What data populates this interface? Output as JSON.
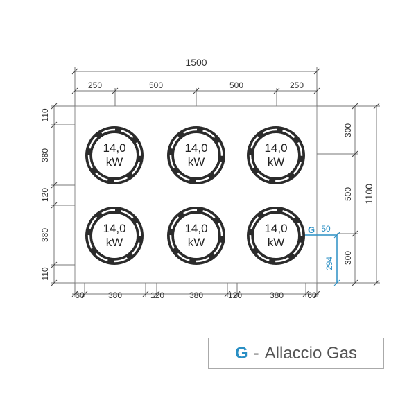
{
  "overall": {
    "width": "1500",
    "depth": "1100"
  },
  "top_dims": [
    "250",
    "500",
    "500",
    "250"
  ],
  "left_dims": [
    "110",
    "380",
    "120",
    "380",
    "110"
  ],
  "bottom_dims": [
    "60",
    "380",
    "120",
    "380",
    "120",
    "380",
    "60"
  ],
  "right_dims": [
    "300",
    "500",
    "300"
  ],
  "burners": [
    {
      "power": "14,0",
      "unit": "kW"
    },
    {
      "power": "14,0",
      "unit": "kW"
    },
    {
      "power": "14,0",
      "unit": "kW"
    },
    {
      "power": "14,0",
      "unit": "kW"
    },
    {
      "power": "14,0",
      "unit": "kW"
    },
    {
      "power": "14,0",
      "unit": "kW"
    }
  ],
  "gas": {
    "marker": "G",
    "offset_x": "50",
    "offset_y": "294",
    "color": "#2a8fc4"
  },
  "legend": {
    "key": "G",
    "separator": "-",
    "label": "Allaccio Gas"
  }
}
